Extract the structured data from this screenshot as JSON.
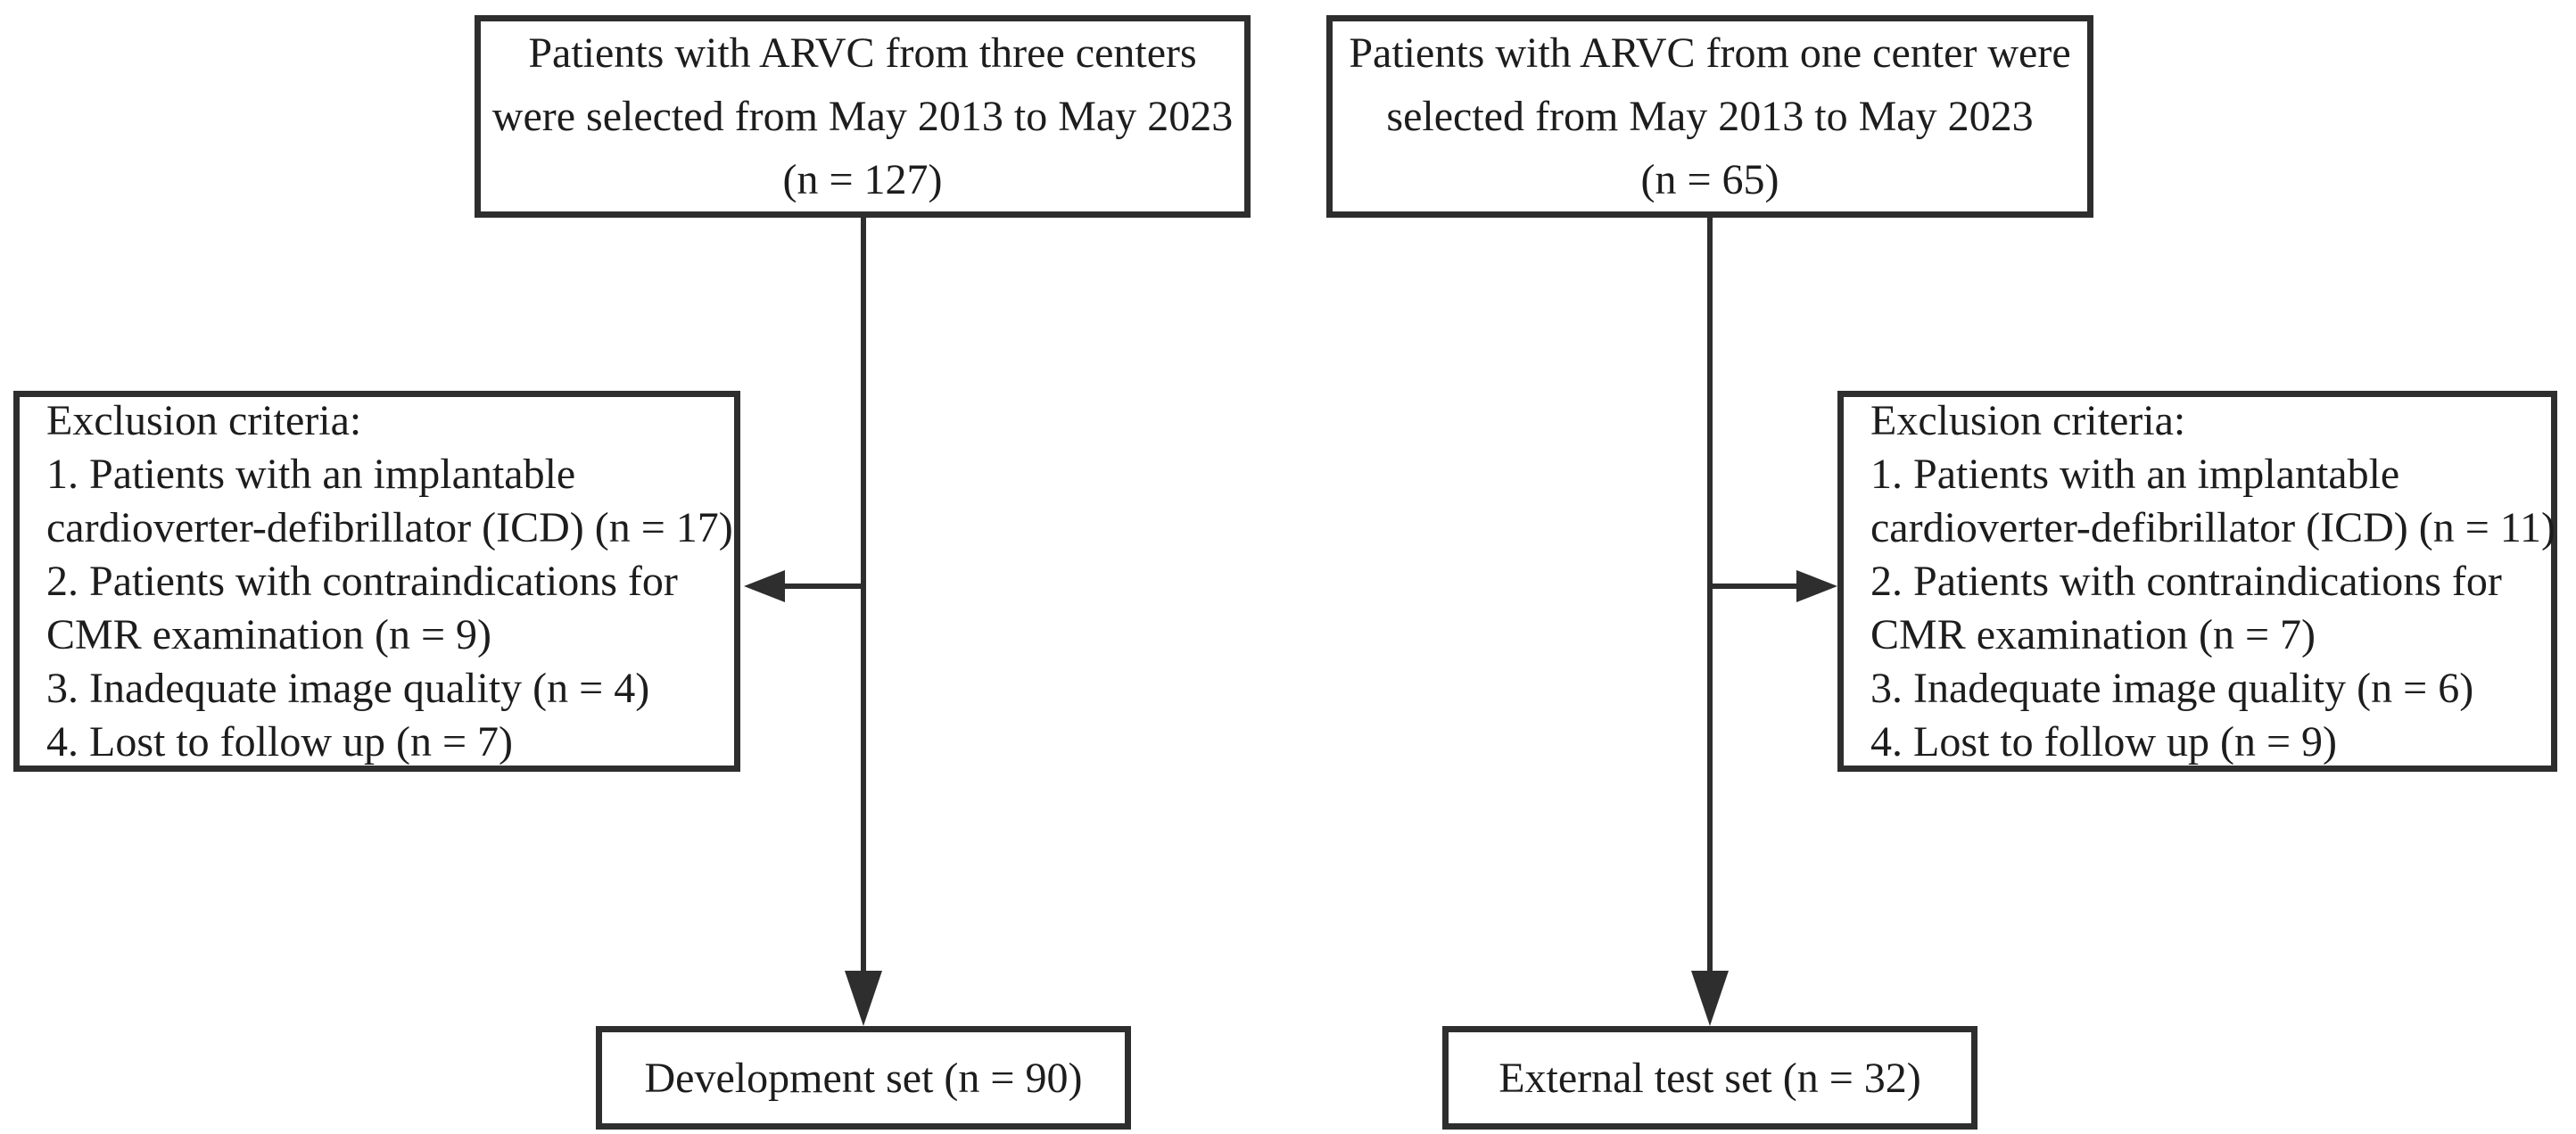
{
  "colors": {
    "line": "#2e2e2e",
    "text": "#1d1d1d",
    "background": "#ffffff"
  },
  "flow": {
    "top_left": {
      "lines": [
        "Patients with ARVC from three centers",
        "were selected from May 2013 to May 2023",
        "(n = 127)"
      ]
    },
    "top_right": {
      "lines": [
        "Patients with ARVC from one center were",
        "selected from May 2013 to May 2023",
        "(n = 65)"
      ]
    },
    "exclusion_left": {
      "lines": [
        "Exclusion criteria:",
        "1. Patients with an implantable",
        "cardioverter-defibrillator (ICD) (n = 17)",
        "2. Patients with contraindications for",
        "CMR examination (n = 9)",
        "3. Inadequate image quality (n = 4)",
        "4. Lost to follow up (n = 7)"
      ]
    },
    "exclusion_right": {
      "lines": [
        "Exclusion criteria:",
        "1. Patients with an implantable",
        "cardioverter-defibrillator (ICD) (n = 11)",
        "2. Patients with contraindications for",
        "CMR examination (n = 7)",
        "3. Inadequate image quality (n = 6)",
        "4. Lost to follow up (n = 9)"
      ]
    },
    "bottom_left": {
      "label": "Development set (n = 90)"
    },
    "bottom_right": {
      "label": "External test set (n = 32)"
    }
  }
}
